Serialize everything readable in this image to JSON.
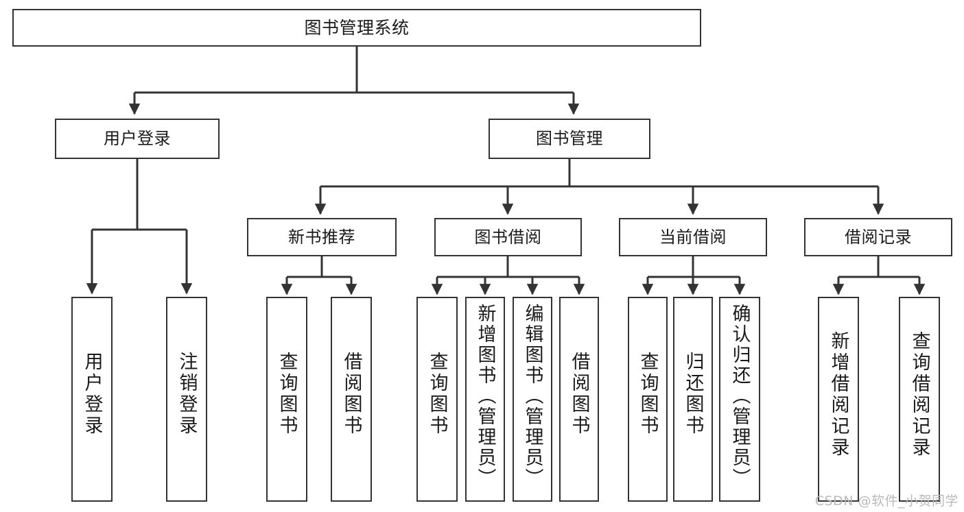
{
  "diagram": {
    "type": "hierarchy-tree",
    "title": "图书管理系统",
    "root": {
      "label": "图书管理系统"
    },
    "level2": [
      {
        "label": "用户登录"
      },
      {
        "label": "图书管理"
      }
    ],
    "level3": [
      {
        "label": "新书推荐"
      },
      {
        "label": "图书借阅"
      },
      {
        "label": "当前借阅"
      },
      {
        "label": "借阅记录"
      }
    ],
    "leaves": {
      "user_login": [
        {
          "label": "用户登录"
        },
        {
          "label": "注销登录"
        }
      ],
      "new_book": [
        {
          "label": "查询图书"
        },
        {
          "label": "借阅图书"
        }
      ],
      "book_borrow": [
        {
          "label": "查询图书"
        },
        {
          "label": "新增图书（管理员）"
        },
        {
          "label": "编辑图书（管理员）"
        },
        {
          "label": "借阅图书"
        }
      ],
      "current_borrow": [
        {
          "label": "查询图书"
        },
        {
          "label": "归还图书"
        },
        {
          "label": "确认归还（管理员）"
        }
      ],
      "borrow_record": [
        {
          "label": "新增借阅记录"
        },
        {
          "label": "查询借阅记录"
        }
      ]
    }
  },
  "watermark": {
    "text": "CSDN @软件_小贺同学"
  },
  "colors": {
    "box_border": "#333333",
    "box_fill": "#ffffff",
    "text": "#1a1a1a",
    "connector": "#333333",
    "watermark": "#b9b9b9"
  }
}
